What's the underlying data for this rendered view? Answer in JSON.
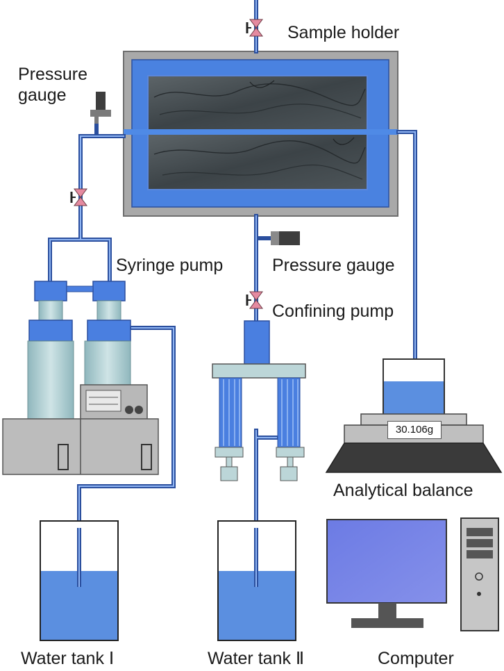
{
  "labels": {
    "sample_holder": "Sample holder",
    "pressure_gauge_top": "Pressure\ngauge",
    "syringe_pump": "Syringe pump",
    "pressure_gauge_mid": "Pressure gauge",
    "confining_pump": "Confining pump",
    "analytical_balance": "Analytical balance",
    "water_tank_1": "Water tank Ⅰ",
    "water_tank_2": "Water tank Ⅱ",
    "computer": "Computer"
  },
  "balance_reading": "30.106g",
  "colors": {
    "pipe": "#2b4f9e",
    "water": "#5b8fe0",
    "valve": "#e58aa0",
    "steel_blue": "#3f6fd6",
    "gray_panel": "#bcbcbc",
    "monitor_screen": "#7a86e8"
  },
  "tank_fill_fraction": 0.58,
  "balance_beaker_fill_fraction": 0.6
}
